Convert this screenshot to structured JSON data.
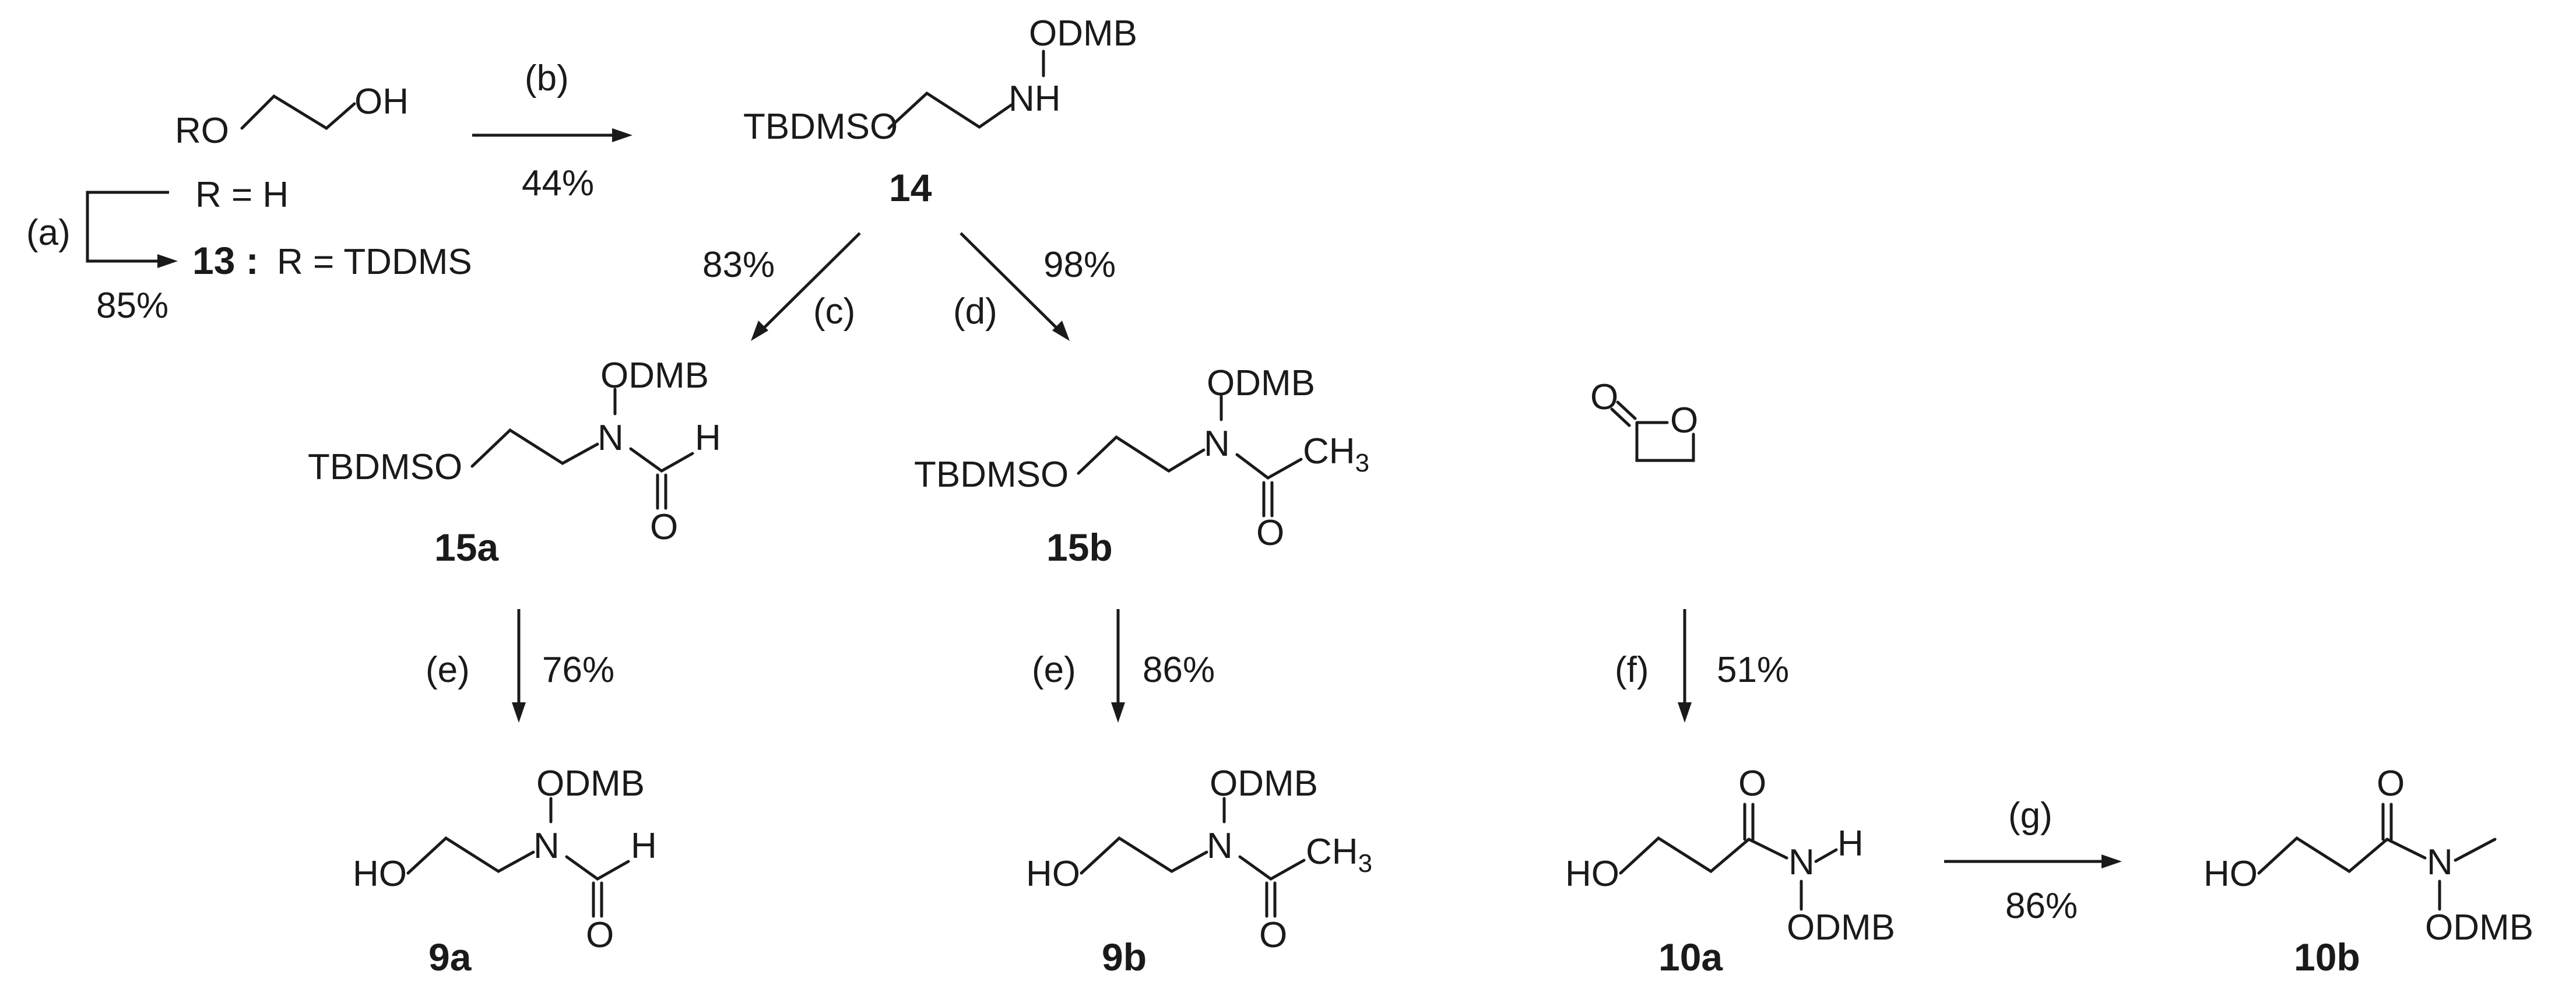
{
  "labels": {
    "ro": "RO",
    "oh": "OH",
    "r_h": "R = H",
    "r_13_prefix": "13 :",
    "r_13_rest": "R = TDDMS",
    "tbdmso": "TBDMSO",
    "odmb": "ODMB",
    "nh": "NH",
    "n": "N",
    "h": "H",
    "o": "O",
    "ch3": "CH",
    "ch3_sub": "3",
    "ho": "HO"
  },
  "compounds": {
    "c14": "14",
    "c15a": "15a",
    "c15b": "15b",
    "c9a": "9a",
    "c9b": "9b",
    "c10a": "10a",
    "c10b": "10b"
  },
  "steps": {
    "a": {
      "label": "(a)",
      "yield": "85%"
    },
    "b": {
      "label": "(b)",
      "yield": "44%"
    },
    "c": {
      "label": "(c)",
      "yield": "83%"
    },
    "d": {
      "label": "(d)",
      "yield": "98%"
    },
    "e1": {
      "label": "(e)",
      "yield": "76%"
    },
    "e2": {
      "label": "(e)",
      "yield": "86%"
    },
    "f": {
      "label": "(f)",
      "yield": "51%"
    },
    "g": {
      "label": "(g)",
      "yield": "86%"
    }
  }
}
